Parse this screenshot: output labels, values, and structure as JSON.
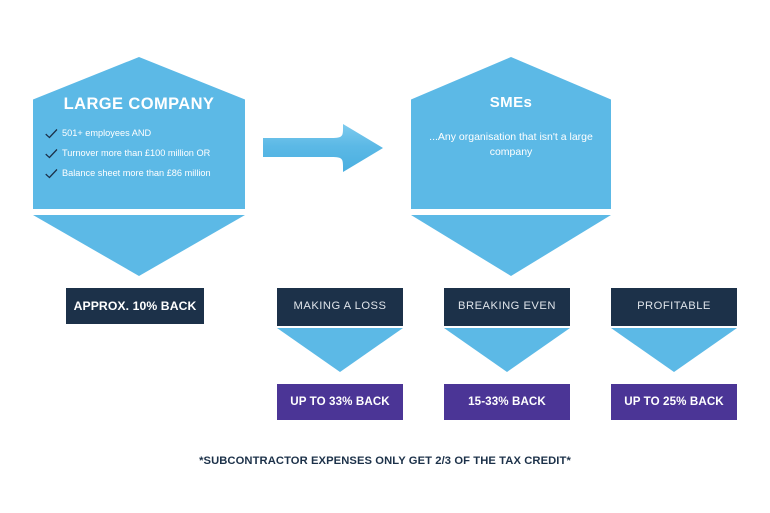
{
  "colors": {
    "blue": "#5cb9e6",
    "navy": "#1c3149",
    "purple": "#4b3596",
    "white": "#ffffff",
    "background": "#ffffff",
    "status_label": "#dfe4ea"
  },
  "large_company": {
    "title": "LARGE COMPANY",
    "criteria": [
      "501+ employees AND",
      "Turnover more than £100 million OR",
      "Balance sheet more than £86 million"
    ],
    "result": "APPROX. 10% BACK"
  },
  "smes": {
    "title": "SMEs",
    "subtitle": "...Any organisation that isn't a large company",
    "branches": [
      {
        "status": "MAKING A LOSS",
        "result": "UP TO 33% BACK"
      },
      {
        "status": "BREAKING EVEN",
        "result": "15-33% BACK"
      },
      {
        "status": "PROFITABLE",
        "result": "UP TO 25% BACK"
      }
    ]
  },
  "footnote": "*SUBCONTRACTOR EXPENSES ONLY GET 2/3 OF THE TAX CREDIT*"
}
